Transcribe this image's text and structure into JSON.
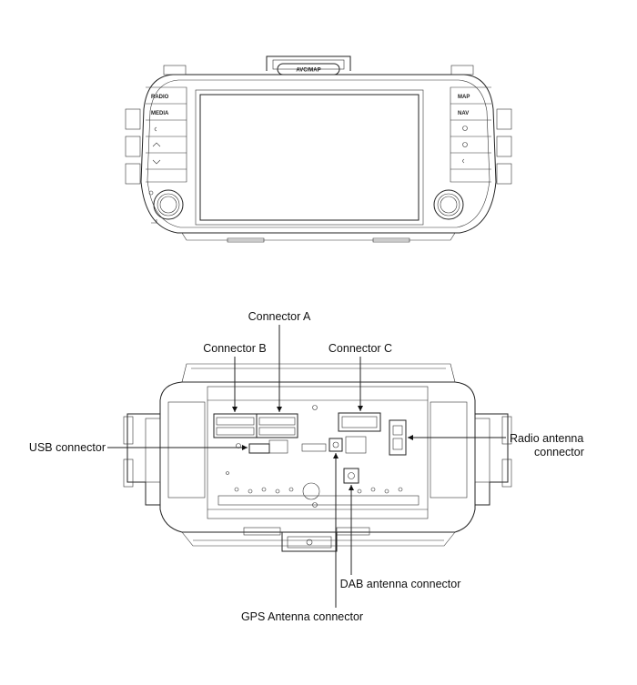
{
  "front_unit": {
    "top_button": "AVC/MAP",
    "left_buttons": [
      "RADIO",
      "MEDIA"
    ],
    "right_buttons": [
      "MAP",
      "NAV"
    ]
  },
  "labels": {
    "connector_a": "Connector A",
    "connector_b": "Connector B",
    "connector_c": "Connector C",
    "usb": "USB connector",
    "radio_antenna_line1": "Radio antenna",
    "radio_antenna_line2": "connector",
    "dab": "DAB antenna connector",
    "gps": "GPS Antenna connector"
  }
}
